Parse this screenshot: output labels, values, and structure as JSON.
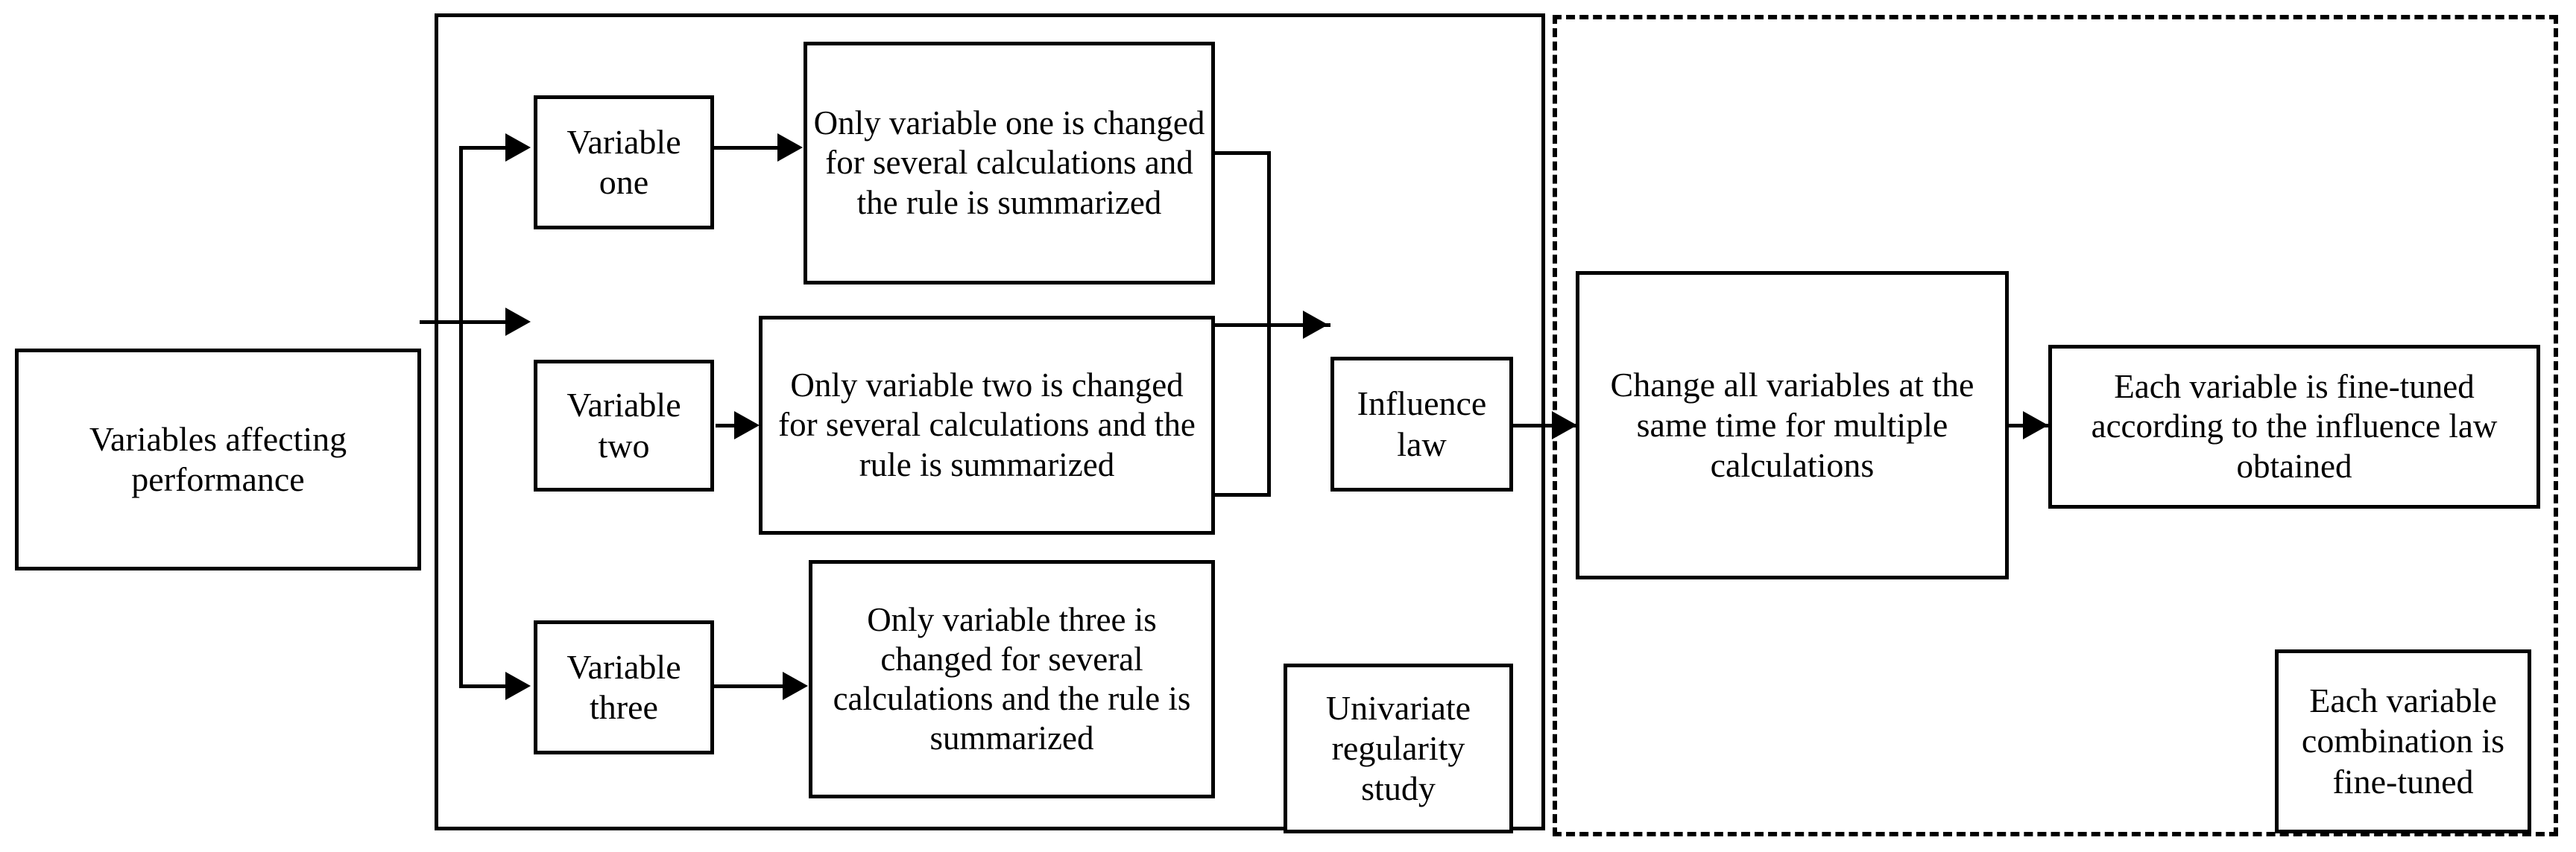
{
  "diagram": {
    "title": "Variable study and fine-tuning flowchart",
    "stroke_color": "#000000",
    "background_color": "#ffffff",
    "groups": {
      "univariate_group_style": "solid",
      "multivariate_group_style": "dashed"
    }
  },
  "nodes": {
    "source": {
      "label": "Variables affecting performance"
    },
    "variable_one": {
      "label": "Variable one"
    },
    "variable_two": {
      "label": "Variable two"
    },
    "variable_three": {
      "label": "Variable three"
    },
    "only_one": {
      "label": "Only variable one is changed for several calculations and the rule is summarized"
    },
    "only_two": {
      "label": "Only variable two is changed for several calculations and the rule is summarized"
    },
    "only_three": {
      "label": "Only variable three is changed for several calculations and the rule is summarized"
    },
    "influence_law": {
      "label": "Influence law"
    },
    "univariate_study": {
      "label": "Univariate regularity study"
    },
    "change_all": {
      "label": "Change all variables at the same time for multiple calculations"
    },
    "fine_tuned_each": {
      "label": "Each variable is fine-tuned according to the influence law obtained"
    },
    "combination_fine_tuned": {
      "label": "Each variable combination is fine-tuned"
    }
  },
  "edges": [
    {
      "from": "source",
      "to": "variable_one",
      "type": "elbow-arrow"
    },
    {
      "from": "source",
      "to": "variable_two",
      "type": "straight-arrow"
    },
    {
      "from": "source",
      "to": "variable_three",
      "type": "elbow-arrow"
    },
    {
      "from": "variable_one",
      "to": "only_one",
      "type": "straight-arrow"
    },
    {
      "from": "variable_two",
      "to": "only_two",
      "type": "straight-arrow"
    },
    {
      "from": "variable_three",
      "to": "only_three",
      "type": "straight-arrow"
    },
    {
      "from": "only_one",
      "to": "influence_law",
      "type": "merge-elbow-arrow"
    },
    {
      "from": "only_two",
      "to": "influence_law",
      "type": "merge-straight-arrow"
    },
    {
      "from": "only_three",
      "to": "influence_law",
      "type": "merge-elbow-arrow"
    },
    {
      "from": "influence_law",
      "to": "change_all",
      "type": "straight-arrow"
    },
    {
      "from": "change_all",
      "to": "fine_tuned_each",
      "type": "straight-arrow"
    }
  ]
}
